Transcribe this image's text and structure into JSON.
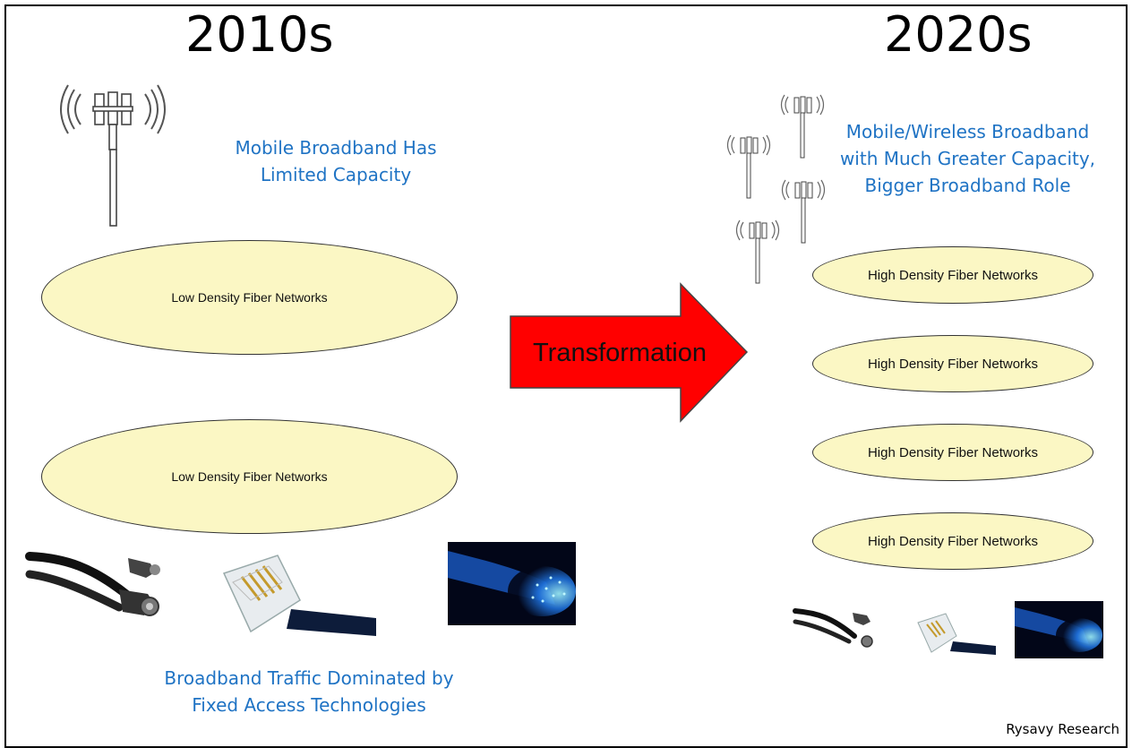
{
  "left": {
    "title": "2010s",
    "mobile_caption_line1": "Mobile Broadband Has",
    "mobile_caption_line2": "Limited Capacity",
    "ellipse_1": "Low Density Fiber Networks",
    "ellipse_2": "Low Density Fiber Networks",
    "fixed_caption_line1": "Broadband Traffic Dominated by",
    "fixed_caption_line2": "Fixed Access Technologies"
  },
  "center": {
    "arrow_label": "Transformation",
    "arrow_color": "#ff0000"
  },
  "right": {
    "title": "2020s",
    "mobile_caption_line1": "Mobile/Wireless Broadband",
    "mobile_caption_line2": "with Much Greater Capacity,",
    "mobile_caption_line3": "Bigger Broadband Role",
    "ellipses": [
      "High Density Fiber Networks",
      "High Density Fiber Networks",
      "High Density Fiber Networks",
      "High Density Fiber Networks"
    ]
  },
  "credit": "Rysavy Research",
  "colors": {
    "caption_blue": "#1f73c4",
    "ellipse_fill": "#fbf7c4"
  },
  "icons": [
    "cell-tower-icon",
    "coax-cable-icon",
    "phone-jack-icon",
    "fiber-optic-icon"
  ]
}
